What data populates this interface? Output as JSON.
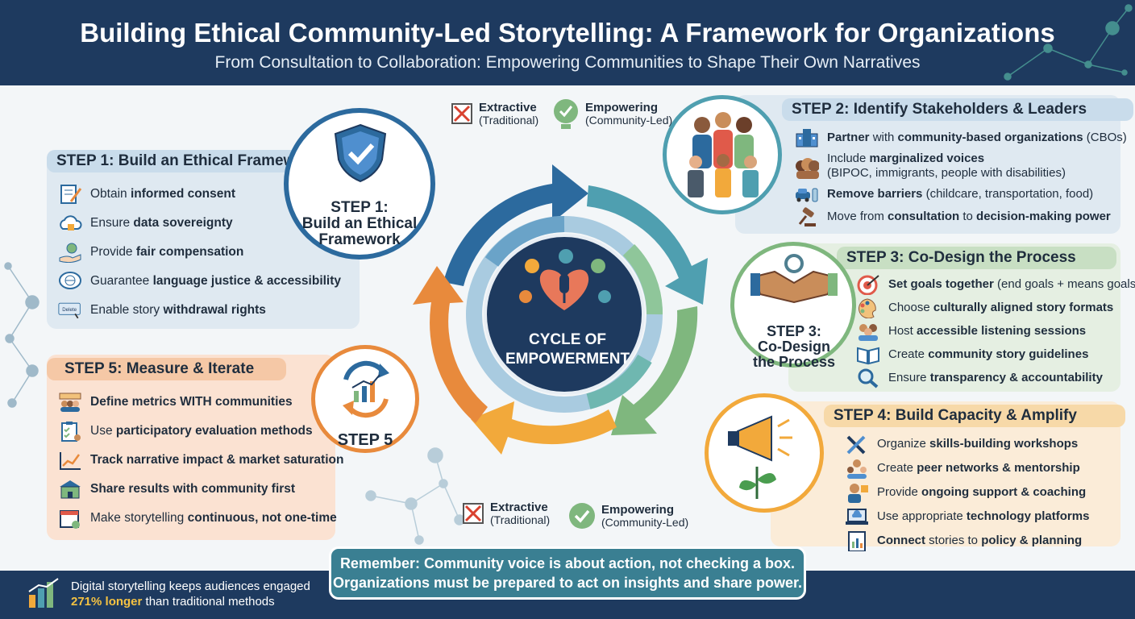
{
  "header": {
    "title": "Building Ethical Community-Led Storytelling: A Framework for Organizations",
    "subtitle": "From Consultation to Collaboration: Empowering Communities to Shape Their Own Narratives"
  },
  "legend_top": {
    "extractive": "Extractive",
    "extractive_sub": "(Traditional)",
    "empowering": "Empowering",
    "empowering_sub": "(Community-Led)"
  },
  "legend_bottom": {
    "extractive": "Extractive",
    "extractive_sub": "(Traditional)",
    "empowering": "Empowering",
    "empowering_sub": "(Community-Led)"
  },
  "center": {
    "line1": "CYCLE OF",
    "line2": "EMPOWERMENT"
  },
  "badges": {
    "step1": [
      "STEP 1:",
      "Build an Ethical",
      "Framework"
    ],
    "step3": [
      "STEP 3:",
      "Co-Design",
      "the Process"
    ],
    "step5": [
      "STEP 5"
    ]
  },
  "step1": {
    "title": "STEP 1: Build an Ethical Framework",
    "items": [
      {
        "pre": "Obtain ",
        "bold": "informed consent",
        "post": "",
        "icon": "document-pen-icon"
      },
      {
        "pre": "Ensure ",
        "bold": "data sovereignty",
        "post": "",
        "icon": "cloud-lock-icon"
      },
      {
        "pre": "Provide ",
        "bold": "fair compensation",
        "post": "",
        "icon": "hand-coin-icon"
      },
      {
        "pre": "Guarantee ",
        "bold": "language justice & accessibility",
        "post": "",
        "icon": "speech-globe-icon"
      },
      {
        "pre": "Enable story ",
        "bold": "withdrawal rights",
        "post": "",
        "icon": "delete-key-icon"
      }
    ],
    "delete_key_label": "Delete"
  },
  "step2": {
    "title": "STEP 2: Identify Stakeholders & Leaders",
    "items": [
      {
        "pre": "",
        "bold": "Partner",
        "mid": " with ",
        "bold2": "community-based organizations",
        "post": " (CBOs)",
        "icon": "building-icon"
      },
      {
        "pre": "Include ",
        "bold": "marginalized voices",
        "post": "",
        "line2": "(BIPOC, immigrants, people with disabilities)",
        "icon": "faces-icon"
      },
      {
        "pre": "",
        "bold": "Remove barriers",
        "post": " (childcare, transportation, food)",
        "icon": "car-bottle-icon"
      },
      {
        "pre": "Move from ",
        "bold": "consultation",
        "mid": " to ",
        "bold2": "decision-making power",
        "post": "",
        "icon": "gavel-icon"
      }
    ]
  },
  "step3": {
    "title": "STEP 3: Co-Design the Process",
    "items": [
      {
        "pre": "",
        "bold": "Set goals together",
        "post": " (end goals + means goals)",
        "icon": "target-icon"
      },
      {
        "pre": "Choose ",
        "bold": "culturally aligned story formats",
        "post": "",
        "icon": "palette-icon"
      },
      {
        "pre": "Host ",
        "bold": "accessible listening sessions",
        "post": "",
        "icon": "group-icon"
      },
      {
        "pre": "Create ",
        "bold": "community story guidelines",
        "post": "",
        "icon": "book-icon"
      },
      {
        "pre": "Ensure ",
        "bold": "transparency & accountability",
        "post": "",
        "icon": "magnifier-icon"
      }
    ]
  },
  "step4": {
    "title": "STEP 4: Build Capacity & Amplify",
    "items": [
      {
        "pre": "Organize ",
        "bold": "skills-building workshops",
        "post": "",
        "icon": "tools-icon"
      },
      {
        "pre": "Create ",
        "bold": "peer networks & mentorship",
        "post": "",
        "icon": "people-icon"
      },
      {
        "pre": "Provide ",
        "bold": "ongoing support & coaching",
        "post": "",
        "icon": "coach-icon"
      },
      {
        "pre": "Use appropriate ",
        "bold": "technology platforms",
        "post": "",
        "icon": "laptop-cloud-icon"
      },
      {
        "pre": "",
        "bold": "Connect",
        "mid": " stories to ",
        "bold2": "policy & planning",
        "post": "",
        "icon": "report-icon"
      }
    ]
  },
  "step5": {
    "title": "STEP 5: Measure & Iterate",
    "items": [
      {
        "pre": "",
        "bold": "Define metrics WITH communities",
        "post": "",
        "icon": "ruler-people-icon"
      },
      {
        "pre": "Use ",
        "bold": "participatory evaluation methods",
        "post": "",
        "icon": "clipboard-icon"
      },
      {
        "pre": "",
        "bold": "Track narrative impact & market saturation",
        "post": "",
        "icon": "trend-icon"
      },
      {
        "pre": "",
        "bold": "Share results with community first",
        "post": "",
        "icon": "school-icon"
      },
      {
        "pre": "Make storytelling ",
        "bold": "continuous, not one-time",
        "post": "",
        "icon": "calendar-icon"
      }
    ]
  },
  "remember": {
    "line1": "Remember: Community voice is about action, not checking a box.",
    "line2": "Organizations must be prepared to act on insights and share power."
  },
  "stat": {
    "line1": "Digital storytelling keeps audiences engaged",
    "highlight": "271% longer",
    "line2_rest": " than traditional methods"
  },
  "colors": {
    "navy": "#1e3a5f",
    "blue": "#2c6a9e",
    "teal": "#4f9fb0",
    "green": "#7fb77e",
    "orange": "#e88a3c",
    "amber": "#f2a93b"
  }
}
